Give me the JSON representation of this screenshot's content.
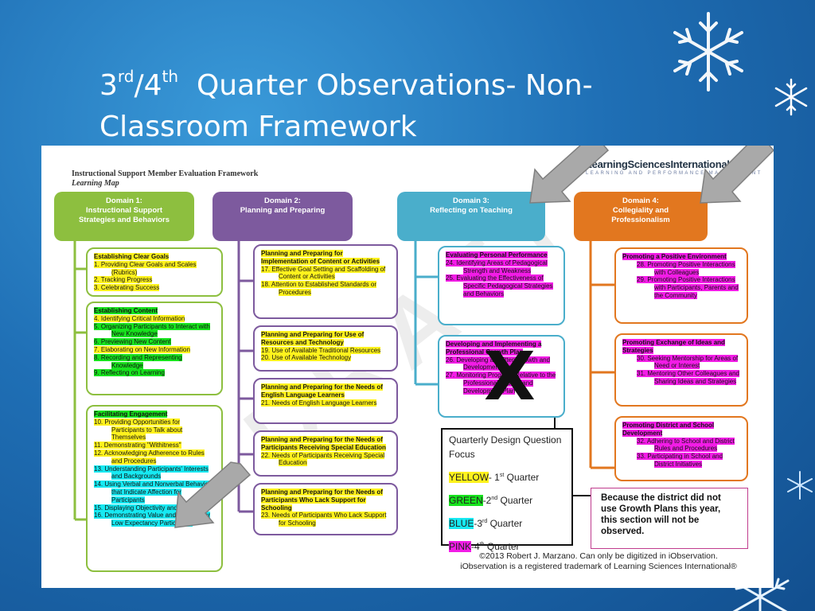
{
  "slide": {
    "title_n1": "3",
    "title_sup1": "rd",
    "title_sep": "/4",
    "title_sup2": "th",
    "title_rest_line1": "  Quarter Observations- Non-",
    "title_line2": "Classroom Framework"
  },
  "framework": {
    "title": "Instructional Support Member Evaluation Framework",
    "subtitle": "Learning Map",
    "logo": "LearningSciencesInternational",
    "logo_sub": "LEARNING AND PERFORMANCE MANAGEMENT",
    "watermark": "DRAFT",
    "domains": [
      {
        "label": "Domain 1:\nInstructional Support\nStrategies and Behaviors",
        "color": "#8dbf3f"
      },
      {
        "label": "Domain 2:\nPlanning and Preparing",
        "color": "#7d5a9e"
      },
      {
        "label": "Domain 3:\nReflecting on Teaching",
        "color": "#4aaecb"
      },
      {
        "label": "Domain 4:\nCollegiality and\nProfessionalism",
        "color": "#e2771f"
      }
    ],
    "d1": {
      "b1": {
        "head": "Establishing Clear Goals",
        "items": [
          "1. Providing Clear Goals and Scales (Rubrics)",
          "2. Tracking Progress",
          "3. Celebrating Success"
        ]
      },
      "b2": {
        "head": "Establishing Content",
        "items": [
          "4. Identifying Critical Information",
          "5. Organizing Participants to Interact with New Knowledge",
          "6. Previewing New Content",
          "7. Elaborating on New Information",
          "8. Recording and Representing Knowledge",
          "9. Reflecting on Learning"
        ]
      },
      "b3": {
        "head": "Facilitating Engagement",
        "items": [
          "10.   Providing Opportunities for Participants to Talk about Themselves",
          "11.   Demonstrating \"Withitness\"",
          "12.   Acknowledging Adherence to Rules and Procedures",
          "13.   Understanding Participants' Interests and Backgrounds",
          "14.   Using Verbal and Nonverbal Behaviors that Indicate Affection for Participants",
          "15.   Displaying Objectivity and Control",
          "16.    Demonstrating Value and  Respect for Low Expectancy Participants"
        ]
      }
    },
    "d2": {
      "b1": {
        "head": "Planning and Preparing for Implementation of Content or Activities",
        "items": [
          "17.   Effective Goal Setting and Scaffolding of Content or Activities",
          "18.   Attention to Established Standards or Procedures"
        ]
      },
      "b2": {
        "head": "Planning and Preparing for Use of Resources and Technology",
        "items": [
          "19.   Use of Available Traditional Resources",
          "20.   Use of Available Technology"
        ]
      },
      "b3": {
        "head": "Planning and Preparing for the Needs of English Language Learners",
        "items": [
          "21. Needs of English Language Learners"
        ]
      },
      "b4": {
        "head": "Planning and Preparing for the Needs of Participants Receiving Special Education",
        "items": [
          "22. Needs of Participants Receiving Special Education"
        ]
      },
      "b5": {
        "head": "Planning and Preparing for the Needs of Participants Who Lack Support for Schooling",
        "items": [
          "23. Needs of Participants Who Lack Support for Schooling"
        ]
      }
    },
    "d3": {
      "b1": {
        "head": "Evaluating Personal Performance",
        "items": [
          "24.   Identifying Areas of Pedagogical Strength and Weakness",
          "25.   Evaluating the Effectiveness of Specific Pedagogical Strategies and Behaviors"
        ]
      },
      "b2": {
        "head": "Developing and Implementing a Professional Growth Plan",
        "items": [
          "26.   Developing a Written Growth and Development Plan",
          "27.   Monitoring Progress Relative to the Professional Growth and Development Plan"
        ]
      }
    },
    "d4": {
      "b1": {
        "head": "Promoting a Positive Environment",
        "items": [
          "28.   Promoting Positive Interactions with Colleagues",
          "29.   Promoting Positive Interactions with Participants, Parents and the Community"
        ]
      },
      "b2": {
        "head": "Promoting Exchange of Ideas and Strategies",
        "items": [
          "30.   Seeking Mentorship for Areas of Need or Interest",
          "31.   Mentoring Other Colleagues and Sharing Ideas and Strategies"
        ]
      },
      "b3": {
        "head": "Promoting District and School Development",
        "items": [
          "32.   Adhering to School and District Rules and Procedures",
          "33.   Participating in School and District Initiatives"
        ]
      }
    },
    "legend": {
      "title": "Quarterly Design Question Focus",
      "yellow": "YELLOW",
      "yellow_rest": "- 1",
      "yellow_sup": "st",
      "yellow_q": " Quarter",
      "green": "GREEN",
      "green_rest": "-2",
      "green_sup": "nd",
      "green_q": " Quarter",
      "blue": "BLUE",
      "blue_rest": "-3",
      "blue_sup": "rd",
      "blue_q": " Quarter",
      "pink": "PINK",
      "pink_rest": "-4",
      "pink_sup": "th",
      "pink_q": " Quarter"
    },
    "x_mark": "X",
    "note": "Because the district did not use Growth Plans this year,  this section will not be observed.",
    "copyright": "©2013 Robert J. Marzano. Can only be digitized in iObservation.",
    "trademark": "iObservation is a registered trademark of Learning Sciences International®"
  },
  "colors": {
    "domain1": "#8dbf3f",
    "domain2": "#7d5a9e",
    "domain3": "#4aaecb",
    "domain4": "#e2771f",
    "yellow": "#fff21d",
    "green": "#18e31e",
    "cyan": "#17e9f2",
    "magenta": "#f21ce6"
  },
  "icons": [
    "snowflake-icon",
    "arrow-icon"
  ]
}
